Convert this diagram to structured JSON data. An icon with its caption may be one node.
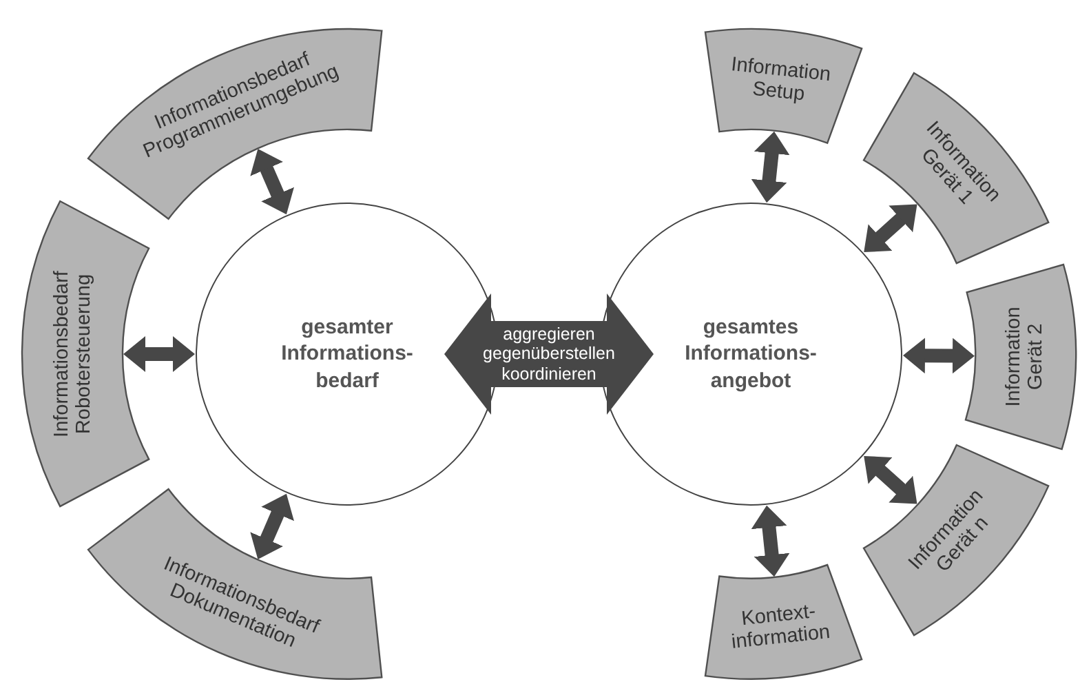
{
  "diagram": {
    "nodes": [
      {
        "text": [
          "Informationsbedarf Programmierumgebung"
        ]
      },
      {
        "text": [
          "Informationsbedarf Robotersteuerung"
        ]
      },
      {
        "text": [
          "Informationsbedarf Dokumentation"
        ]
      },
      {
        "text": [
          "gesamter Informations- bedarf"
        ]
      },
      {
        "text": [
          "gesamtes Informations- angebot"
        ]
      },
      {
        "text": [
          "Information Setup"
        ]
      },
      {
        "text": [
          "Information Gerät 1"
        ]
      },
      {
        "text": [
          "Information Gerät 2"
        ]
      },
      {
        "text": [
          "Information Gerät n"
        ]
      },
      {
        "text": [
          "Kontext- information"
        ]
      }
    ],
    "edges": [
      {
        "from": 3,
        "to": 0,
        "arrow": "both"
      },
      {
        "from": 3,
        "to": 1,
        "arrow": "both"
      },
      {
        "from": 3,
        "to": 2,
        "arrow": "both"
      },
      {
        "from": 3,
        "to": 4,
        "arrow": "both",
        "label": "aggregieren gegenüberstellen koordinieren",
        "style": "thick"
      },
      {
        "from": 4,
        "to": 5,
        "arrow": "both"
      },
      {
        "from": 4,
        "to": 6,
        "arrow": "both"
      },
      {
        "from": 4,
        "to": 7,
        "arrow": "both"
      },
      {
        "from": 4,
        "to": 8,
        "arrow": "both"
      },
      {
        "from": 4,
        "to": 9,
        "arrow": "both"
      }
    ]
  }
}
